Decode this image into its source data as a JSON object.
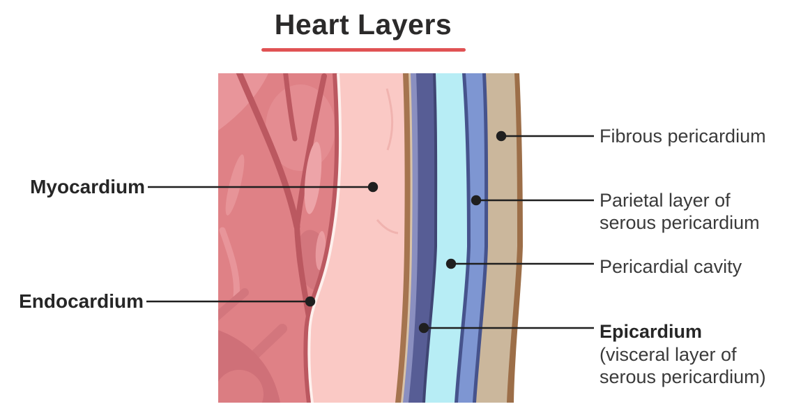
{
  "title": "Heart Layers",
  "labels": {
    "myocardium": "Myocardium",
    "endocardium": "Endocardium",
    "fibrous_pericardium": "Fibrous pericardium",
    "parietal_line1": "Parietal layer of",
    "parietal_line2": "serous pericardium",
    "pericardial_cavity": "Pericardial cavity",
    "epicardium": "Epicardium",
    "epicardium_line2": "(visceral layer of",
    "epicardium_line3": "serous pericardium)"
  },
  "palette": {
    "underline_red": "#e05254",
    "pointer_black": "#1f1f1f",
    "myocardium_base": "#df8186",
    "myocardium_shadow": "#d3767d",
    "myocardium_shadow_deep": "#cf7078",
    "myocardium_vessel": "#bb5860",
    "myocardium_highlight": "#eda4a8",
    "myocardium_soft_light": "#e8959a",
    "boundary_white": "#fdf0ed",
    "endocardium_pink": "#fac9c5",
    "pink_crease": "#f0b3af",
    "brown_line": "#a5744f",
    "cream_line": "#d9c3a8",
    "epicardium_light": "#8a8fc0",
    "epicardium_dark": "#575d95",
    "navy_edge": "#3f4573",
    "cavity_cyan": "#b7edf5",
    "parietal_navy": "#46538c",
    "parietal_blue": "#7e96d2",
    "fibrous_tan": "#cbb79c",
    "outer_brown": "#9c6e48",
    "white": "#ffffff"
  }
}
